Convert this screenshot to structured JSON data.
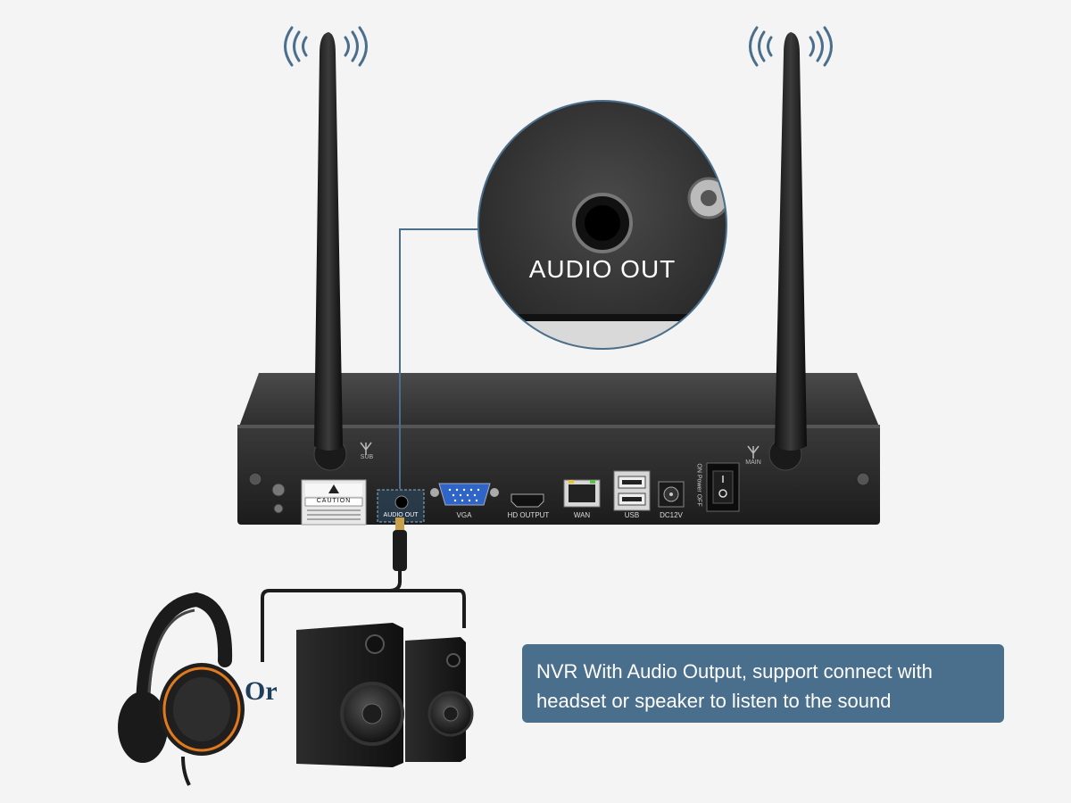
{
  "zoom_callout": {
    "label": "AUDIO OUT"
  },
  "antennas": {
    "left_label": "SUB",
    "right_label": "MAIN"
  },
  "ports": [
    {
      "id": "audio",
      "label": "AUDIO OUT"
    },
    {
      "id": "vga",
      "label": "VGA"
    },
    {
      "id": "hdmi",
      "label": "HD OUTPUT"
    },
    {
      "id": "wan",
      "label": "WAN"
    },
    {
      "id": "usb",
      "label": "USB"
    },
    {
      "id": "power",
      "label": "DC12V"
    }
  ],
  "switch_label": "ON Power OFF",
  "caution_label": "CAUTION",
  "or_label": "Or",
  "caption": "NVR With Audio Output, support connect with headset or speaker to listen to the sound",
  "colors": {
    "accent": "#4a6f8c",
    "caption_text": "#ffffff",
    "or_text": "#1e3f5c",
    "device": "#2a2a2a"
  }
}
